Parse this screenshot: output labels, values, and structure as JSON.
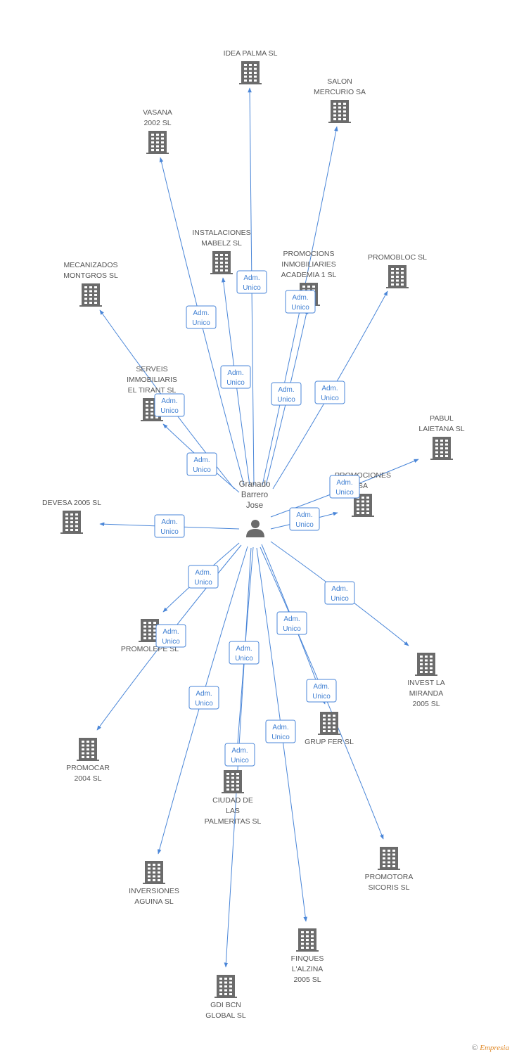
{
  "center": {
    "id": "granado",
    "label": [
      "Granado",
      "Barrero",
      "Jose"
    ],
    "icon": "person-icon"
  },
  "companies": [
    {
      "id": "idea-palma",
      "label": [
        "IDEA PALMA SL"
      ]
    },
    {
      "id": "salon-mercurio",
      "label": [
        "SALON",
        "MERCURIO SA"
      ]
    },
    {
      "id": "vasana",
      "label": [
        "VASANA",
        "2002 SL"
      ]
    },
    {
      "id": "instalaciones-mabelz",
      "label": [
        "INSTALACIONES",
        "MABELZ SL"
      ]
    },
    {
      "id": "promocions-academia",
      "label": [
        "PROMOCIONS",
        "INMOBILIARIES",
        "ACADEMIA 1 SL"
      ]
    },
    {
      "id": "promobloc",
      "label": [
        "PROMOBLOC SL"
      ]
    },
    {
      "id": "mecanizados-montgros",
      "label": [
        "MECANIZADOS",
        "MONTGROS SL"
      ]
    },
    {
      "id": "serveis-el-tirant",
      "label": [
        "SERVEIS",
        "IMMOBILIARIS",
        "EL TIRANT SL"
      ]
    },
    {
      "id": "pabul-laietana",
      "label": [
        "PABUL",
        "LAIETANA SL"
      ]
    },
    {
      "id": "promociones-sa",
      "label": [
        "PROMOCIONES",
        "SA"
      ]
    },
    {
      "id": "devesa-2005",
      "label": [
        "DEVESA 2005 SL"
      ]
    },
    {
      "id": "promolepe",
      "label": [
        "PROMOLEPE SL"
      ]
    },
    {
      "id": "invest-la-miranda",
      "label": [
        "INVEST LA",
        "MIRANDA",
        "2005 SL"
      ]
    },
    {
      "id": "grup-fer",
      "label": [
        "GRUP FER SL"
      ]
    },
    {
      "id": "promocar-2004",
      "label": [
        "PROMOCAR",
        "2004 SL"
      ]
    },
    {
      "id": "ciudad-palmeritas",
      "label": [
        "CIUDAD DE",
        "LAS",
        "PALMERITAS SL"
      ]
    },
    {
      "id": "promotora-sicoris",
      "label": [
        "PROMOTORA",
        "SICORIS SL"
      ]
    },
    {
      "id": "inversiones-aguina",
      "label": [
        "INVERSIONES",
        "AGUINA SL"
      ]
    },
    {
      "id": "finques-alzina",
      "label": [
        "FINQUES",
        "L'ALZINA",
        "2005 SL"
      ]
    },
    {
      "id": "gdi-bcn-global",
      "label": [
        "GDI BCN",
        "GLOBAL SL"
      ]
    }
  ],
  "edge_label": [
    "Adm.",
    "Unico"
  ],
  "edges": [
    {
      "to": "idea-palma",
      "label": [
        "Adm.",
        "Unico"
      ]
    },
    {
      "to": "salon-mercurio",
      "label": [
        "Adm.",
        "Unico"
      ]
    },
    {
      "to": "vasana",
      "label": [
        "Adm.",
        "Unico"
      ]
    },
    {
      "to": "instalaciones-mabelz",
      "label": [
        "Adm.",
        "Unico"
      ]
    },
    {
      "to": "promocions-academia",
      "label": [
        "Adm.",
        "Unico"
      ]
    },
    {
      "to": "promobloc",
      "label": [
        "Adm.",
        "Unico"
      ]
    },
    {
      "to": "mecanizados-montgros",
      "label": [
        "Adm.",
        "Unico"
      ]
    },
    {
      "to": "serveis-el-tirant",
      "label": [
        "Adm.",
        "Unico"
      ]
    },
    {
      "to": "pabul-laietana",
      "label": [
        "Adm.",
        "Unico"
      ]
    },
    {
      "to": "promociones-sa",
      "label": [
        "Adm.",
        "Unico"
      ]
    },
    {
      "to": "devesa-2005",
      "label": [
        "Adm.",
        "Unico"
      ]
    },
    {
      "to": "promolepe",
      "label": [
        "Adm.",
        "Unico"
      ]
    },
    {
      "to": "invest-la-miranda",
      "label": [
        "Adm.",
        "Unico"
      ]
    },
    {
      "to": "grup-fer",
      "label": [
        "Adm.",
        "Unico"
      ]
    },
    {
      "to": "promocar-2004",
      "label": [
        "Adm.",
        "Unico"
      ]
    },
    {
      "to": "ciudad-palmeritas",
      "label": [
        "Adm.",
        "Unico"
      ]
    },
    {
      "to": "promotora-sicoris",
      "label": [
        "Adm.",
        "Unico"
      ]
    },
    {
      "to": "inversiones-aguina",
      "label": [
        "Adm.",
        "Unico"
      ]
    },
    {
      "to": "finques-alzina",
      "label": [
        "Adm.",
        "Unico"
      ]
    },
    {
      "to": "gdi-bcn-global",
      "label": [
        "Adm.",
        "Unico"
      ]
    }
  ],
  "colors": {
    "edge": "#4a86d8",
    "building": "#6b6b6b",
    "text": "#555555"
  },
  "watermark": {
    "symbol": "©",
    "brand": "Empresia"
  }
}
